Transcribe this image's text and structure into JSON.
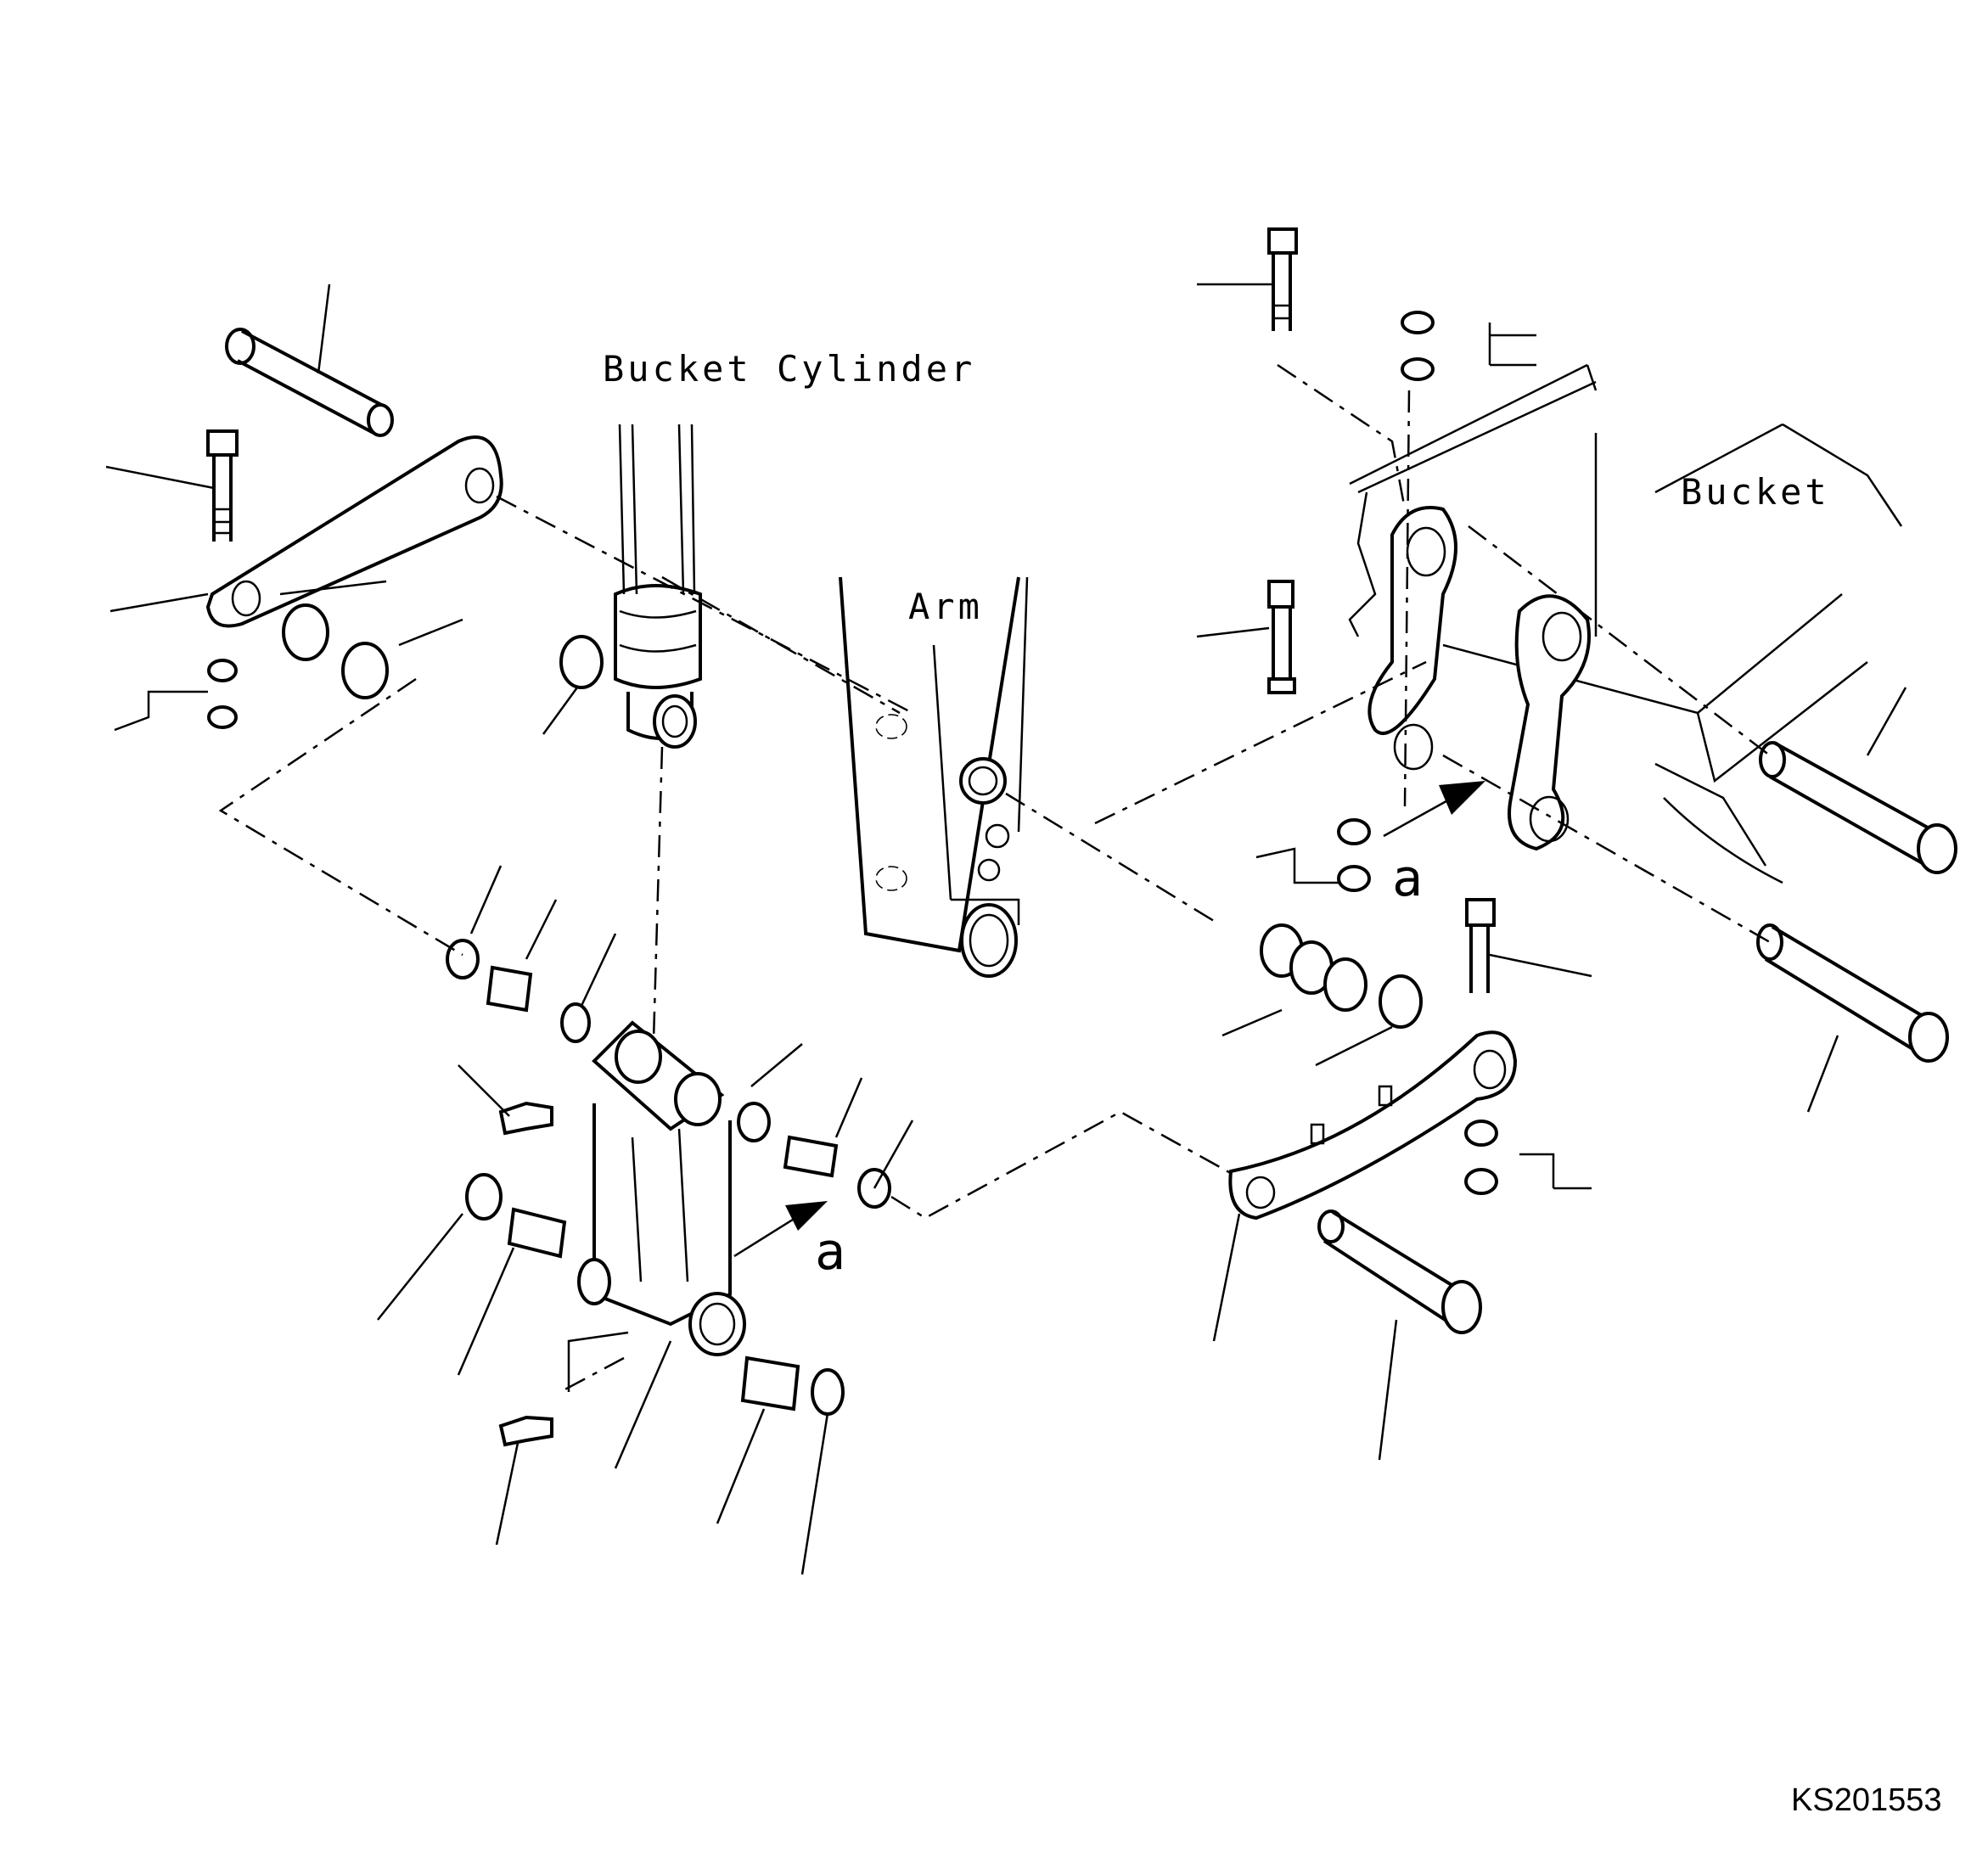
{
  "labels": {
    "bucket_cylinder": "Bucket Cylinder",
    "arm": "Arm",
    "bucket": "Bucket",
    "callout_a_1": "a",
    "callout_a_2": "a",
    "drawing_code": "KS201553"
  }
}
